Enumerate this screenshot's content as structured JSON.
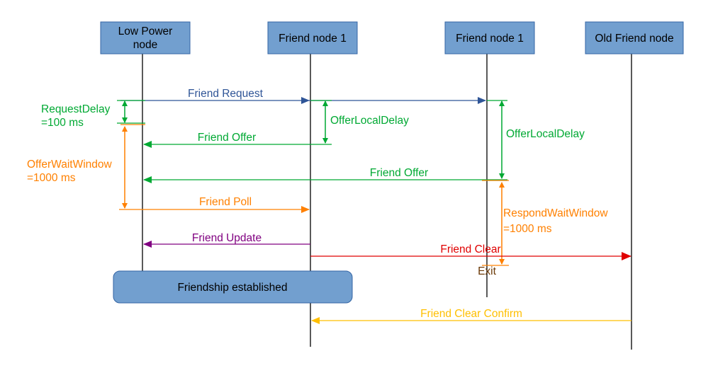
{
  "colors": {
    "node_fill": "#729fcf",
    "node_stroke": "#3465a4",
    "lifeline": "#000000",
    "blue": "#2f5597",
    "green": "#00a933",
    "orange": "#ff8000",
    "purple": "#800080",
    "red": "#e00000",
    "yellow": "#ffbf00",
    "brown": "#6b3a08"
  },
  "nodes": [
    {
      "id": "lpn",
      "lines": [
        "Low Power",
        "node"
      ]
    },
    {
      "id": "friend1a",
      "lines": [
        "Friend node 1"
      ]
    },
    {
      "id": "friend1b",
      "lines": [
        "Friend node 1"
      ]
    },
    {
      "id": "oldfriend",
      "lines": [
        "Old Friend node"
      ]
    }
  ],
  "messages": {
    "friend_request": "Friend Request",
    "friend_offer_1": "Friend Offer",
    "friend_offer_2": "Friend Offer",
    "friend_poll": "Friend Poll",
    "friend_update": "Friend Update",
    "friend_clear": "Friend Clear",
    "friend_clear_confirm": "Friend Clear Confirm"
  },
  "timings": {
    "request_delay": [
      "RequestDelay",
      "=100 ms"
    ],
    "offer_wait_window": [
      "OfferWaitWindow",
      "=1000 ms"
    ],
    "offer_local_delay_1": "OfferLocalDelay",
    "offer_local_delay_2": "OfferLocalDelay",
    "respond_wait_window": [
      "RespondWaitWindow",
      "=1000 ms"
    ]
  },
  "exit_label": "Exit",
  "friendship_label": "Friendship established"
}
